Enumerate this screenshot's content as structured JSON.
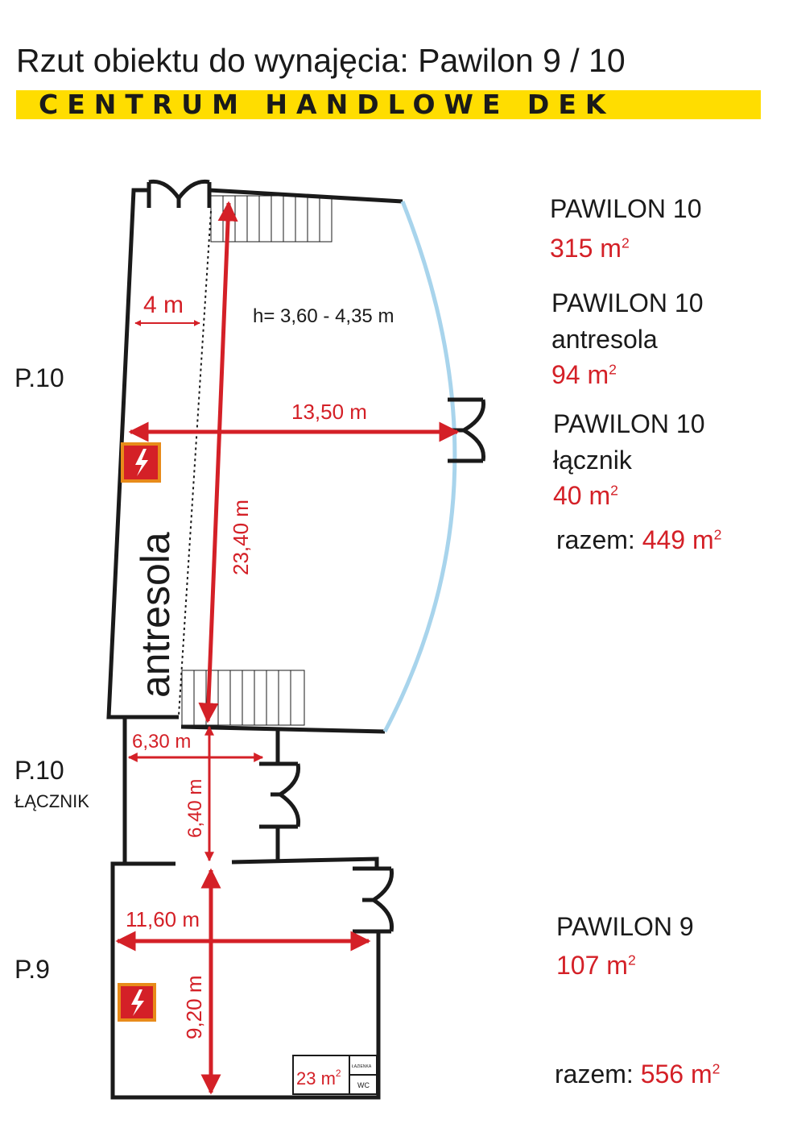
{
  "header": {
    "title": "Rzut obiektu do wynajęcia: Pawilon 9 / 10",
    "banner": "CENTRUM HANDLOWE DEK"
  },
  "colors": {
    "banner_bg": "#ffdd00",
    "dimension_red": "#d42027",
    "glass_wall": "#a8d4ec",
    "wall": "#1a1a1a"
  },
  "plan": {
    "section_labels": {
      "p10": "P.10",
      "p10_lacznik": "P.10",
      "lacznik_word": "ŁĄCZNIK",
      "p9": "P.9"
    },
    "mezzanine_label": "antresola",
    "height_label": "h= 3,60 - 4,35 m",
    "dimensions": {
      "mezz_width": "4 m",
      "p10_width": "13,50 m",
      "p10_length": "23,40 m",
      "lacznik_width": "6,30 m",
      "lacznik_length": "6,40 m",
      "p9_width": "11,60 m",
      "p9_length": "9,20 m"
    },
    "small_room": {
      "area_value": "23 m",
      "area_unit": "2",
      "lazienka": "ŁAZIENKA",
      "wc": "WC"
    },
    "icons": [
      "electric-hazard-icon",
      "door-symbol-icon",
      "stairs-icon"
    ]
  },
  "summary": {
    "p10_title": "PAWILON 10",
    "p10_area": "315 m",
    "p10_antresola_title": "PAWILON 10",
    "p10_antresola_sub": "antresola",
    "p10_antresola_area": "94 m",
    "p10_lacznik_title": "PAWILON 10",
    "p10_lacznik_sub": "łącznik",
    "p10_lacznik_area": "40 m",
    "subtotal_label": "razem:",
    "subtotal_value": "449 m",
    "p9_title": "PAWILON 9",
    "p9_area": "107 m",
    "total_label": "razem:",
    "total_value": "556 m",
    "unit_sup": "2"
  }
}
